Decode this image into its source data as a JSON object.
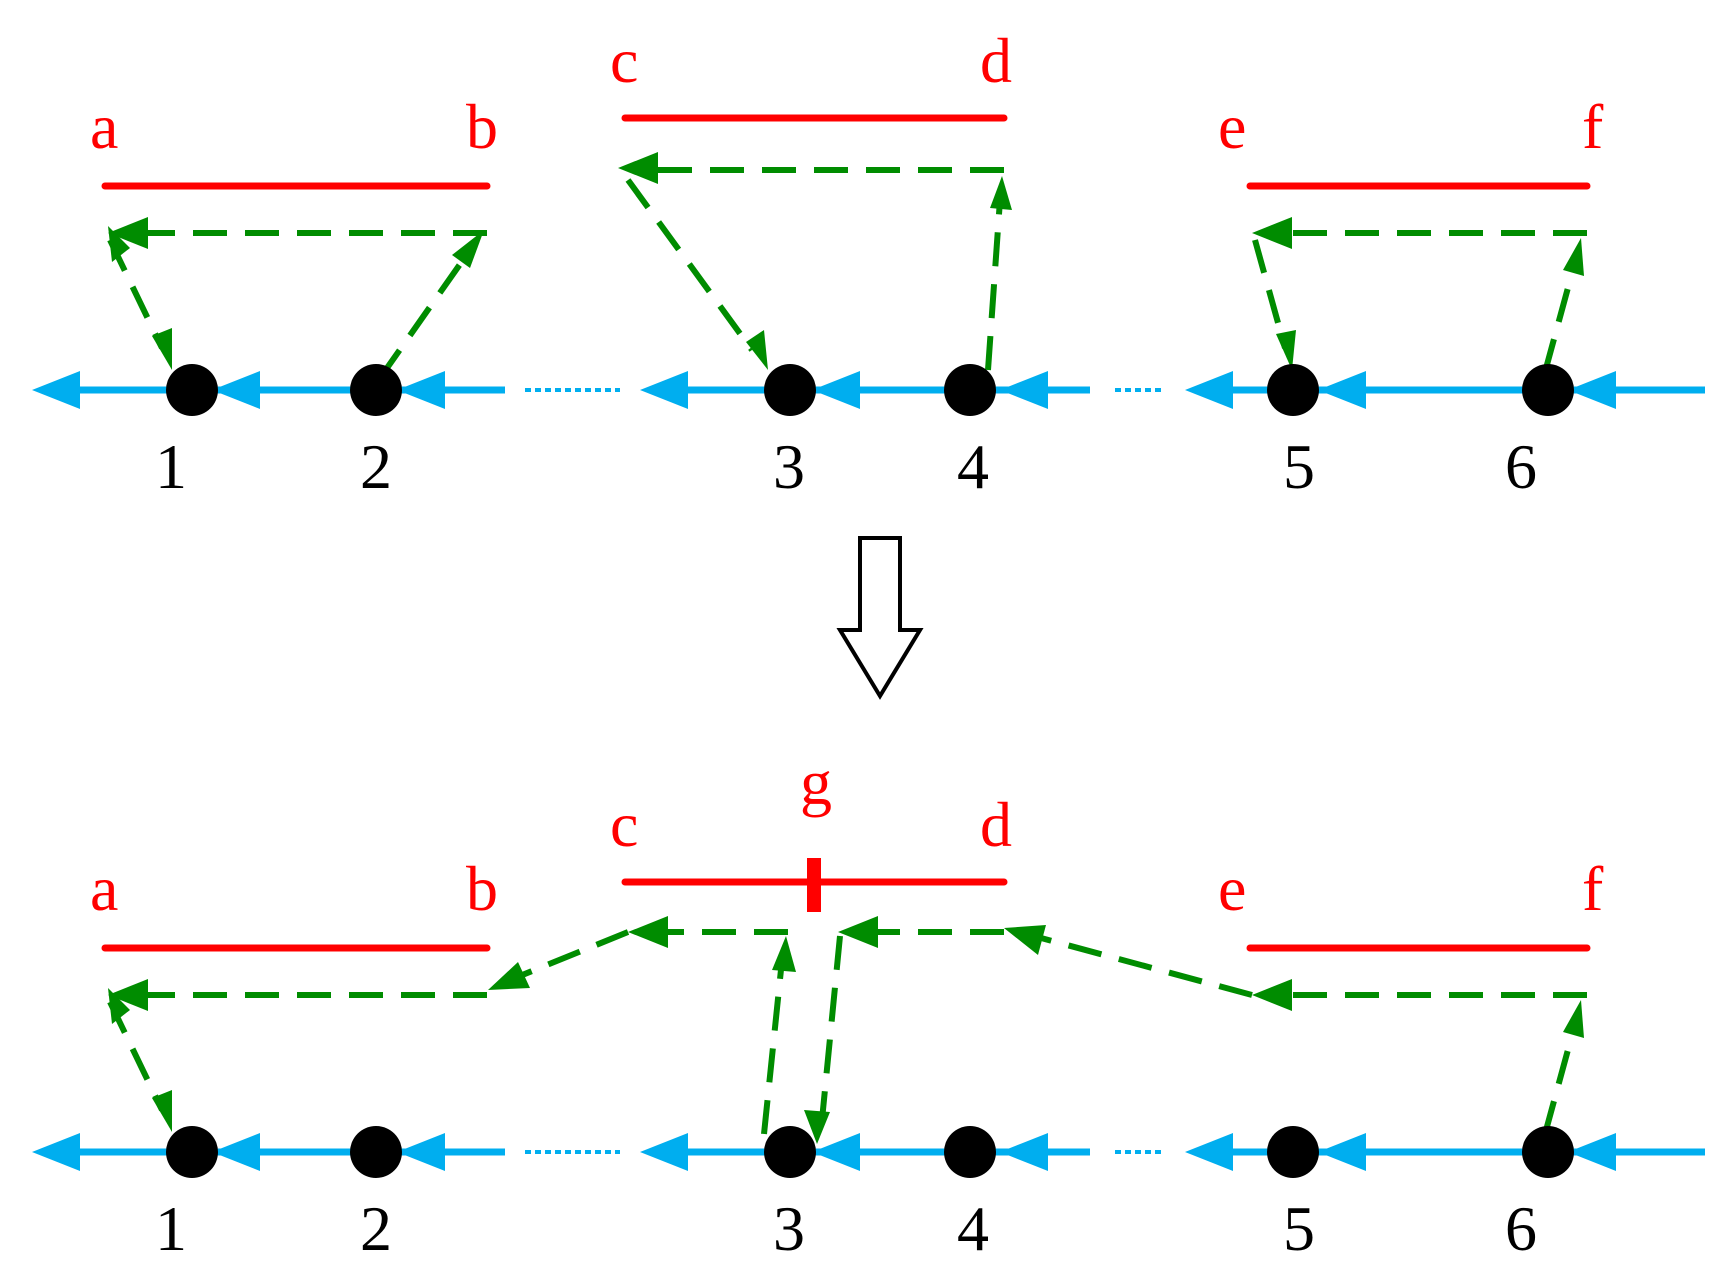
{
  "colors": {
    "segment": "#ff0000",
    "track": "#00aeef",
    "link": "#008c00",
    "node": "#000000"
  },
  "top": {
    "segments": [
      {
        "id": "ab",
        "start_label": "a",
        "end_label": "b"
      },
      {
        "id": "cd",
        "start_label": "c",
        "end_label": "d"
      },
      {
        "id": "ef",
        "start_label": "e",
        "end_label": "f"
      }
    ],
    "nodes": [
      "1",
      "2",
      "3",
      "4",
      "5",
      "6"
    ]
  },
  "bottom": {
    "segments": [
      {
        "id": "ab",
        "start_label": "a",
        "end_label": "b"
      },
      {
        "id": "cd",
        "start_label": "c",
        "end_label": "d",
        "mid_label": "g"
      },
      {
        "id": "ef",
        "start_label": "e",
        "end_label": "f"
      }
    ],
    "nodes": [
      "1",
      "2",
      "3",
      "4",
      "5",
      "6"
    ]
  }
}
